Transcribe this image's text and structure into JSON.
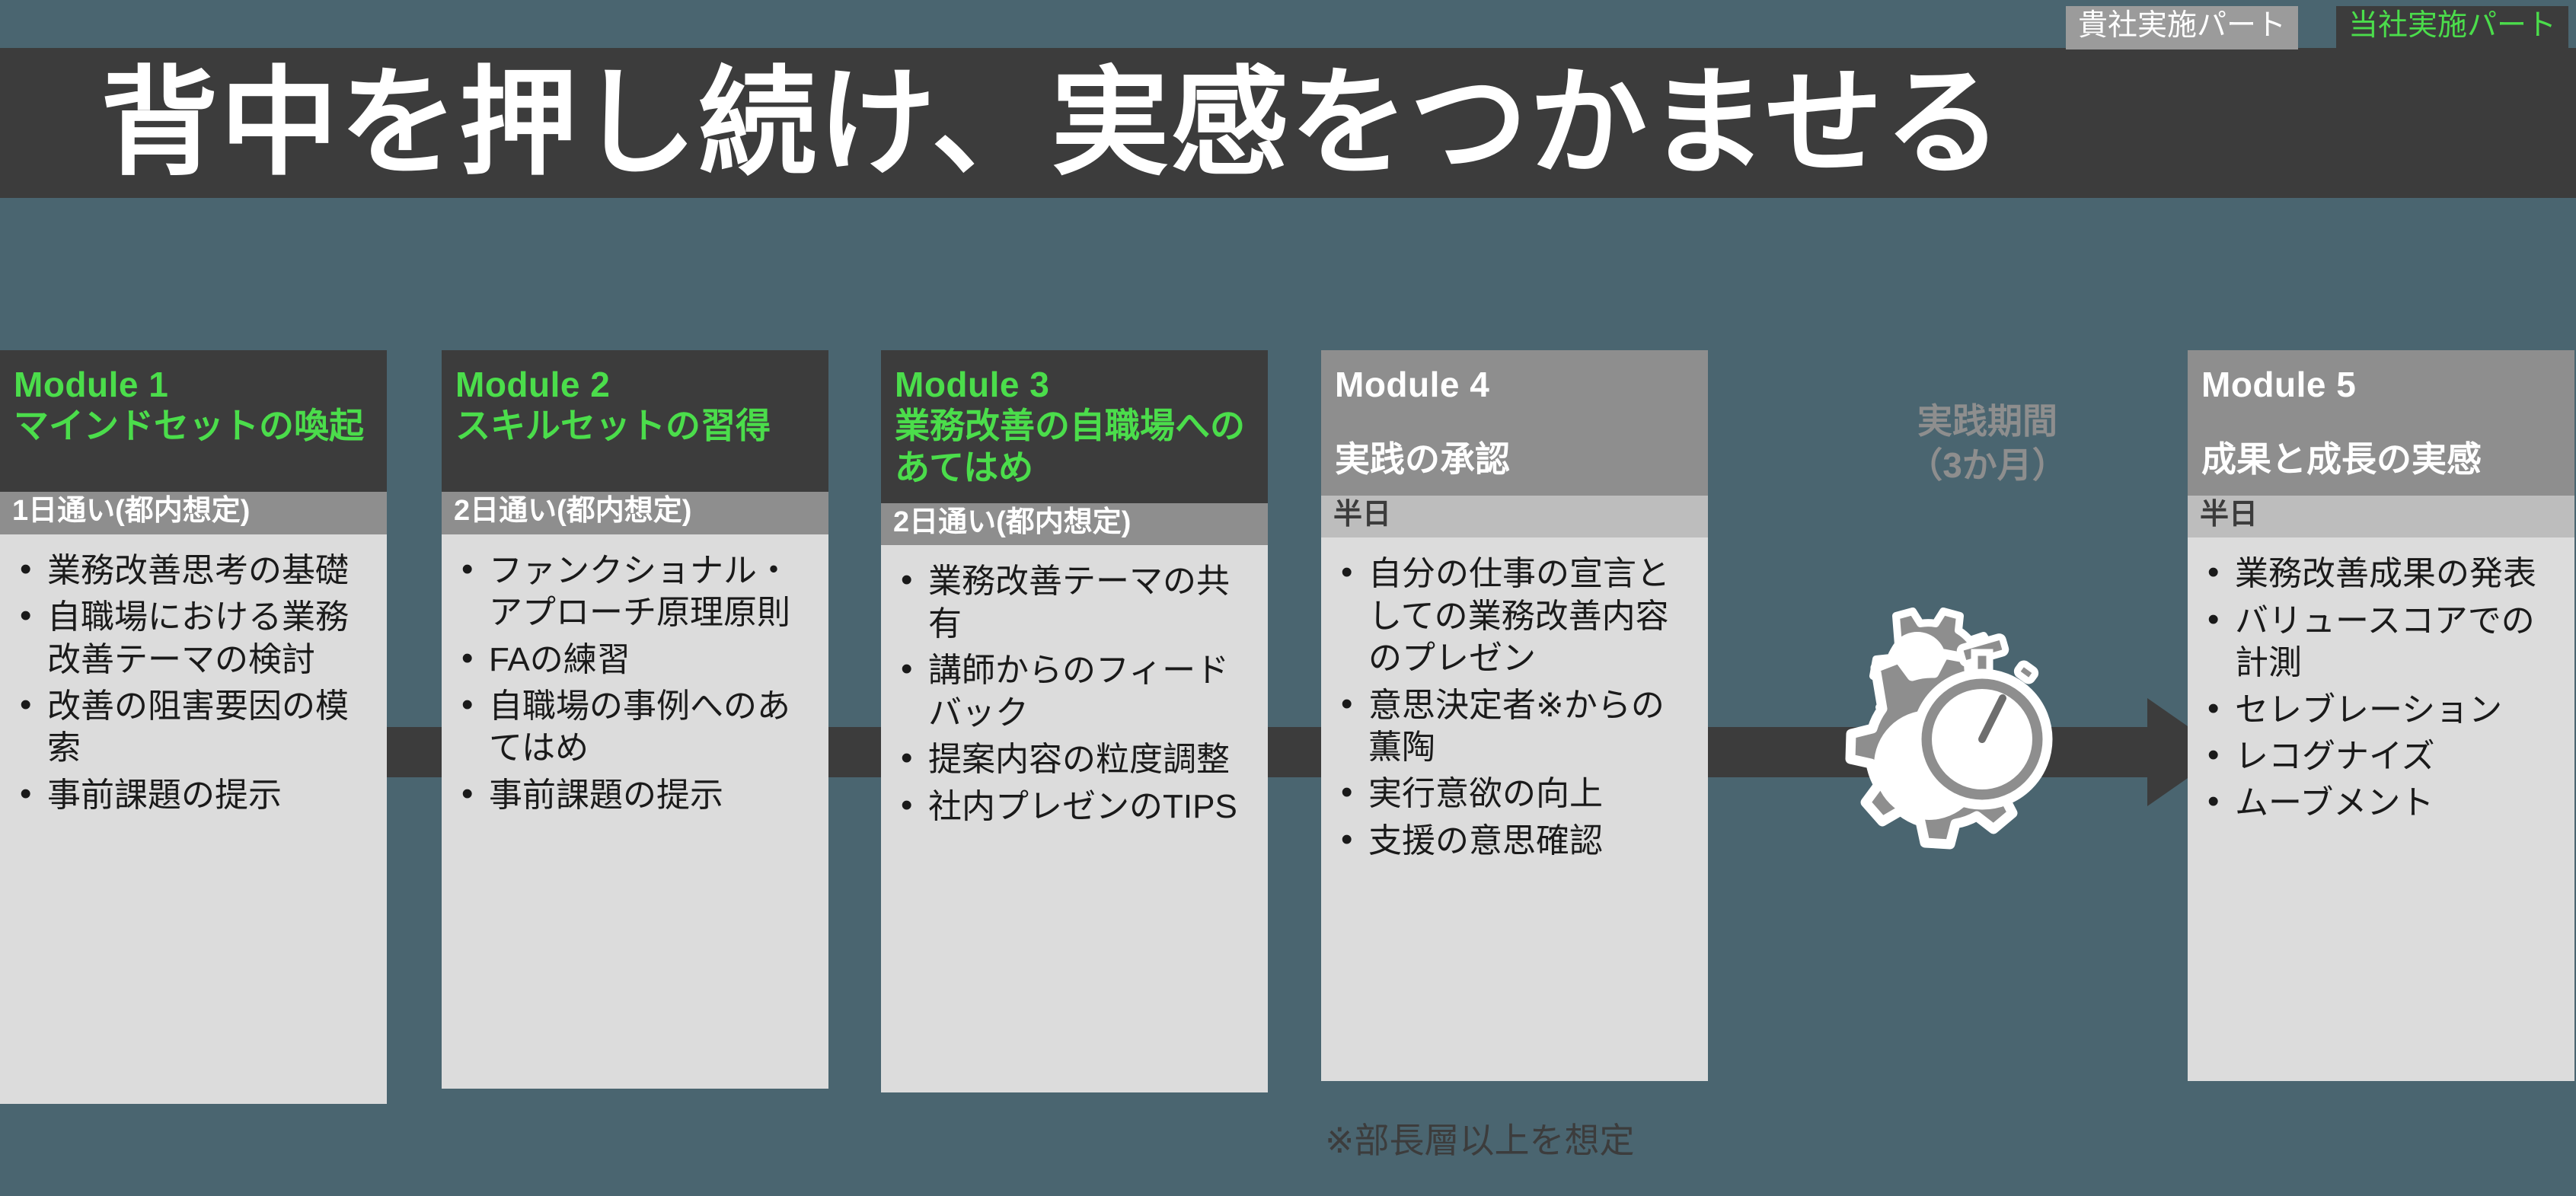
{
  "legend": {
    "client_part": "貴社実施パート",
    "our_part": "当社実施パート"
  },
  "title": "背中を押し続け、実感をつかませる",
  "practice_period": {
    "line1": "実践期間",
    "line2": "（3か月）"
  },
  "footnote": "※部長層以上を想定",
  "modules": [
    {
      "number": "Module 1",
      "name": "マインドセットの喚起",
      "duration": "1日通い(都内想定)",
      "style": "dark",
      "bullets": [
        "業務改善思考の基礎",
        "自職場における業務改善テーマの検討",
        "改善の阻害要因の模索",
        "事前課題の提示"
      ]
    },
    {
      "number": "Module 2",
      "name": "スキルセットの習得",
      "duration": "2日通い(都内想定)",
      "style": "dark",
      "bullets": [
        "ファンクショナル・アプローチ原理原則",
        "FAの練習",
        "自職場の事例へのあてはめ",
        "事前課題の提示"
      ]
    },
    {
      "number": "Module 3",
      "name": "業務改善の自職場へのあてはめ",
      "duration": "2日通い(都内想定)",
      "style": "dark",
      "bullets": [
        "業務改善テーマの共有",
        "講師からのフィードバック",
        "提案内容の粒度調整",
        "社内プレゼンのTIPS"
      ]
    },
    {
      "number": "Module 4",
      "name": "実践の承認",
      "duration": "半日",
      "style": "gray",
      "bullets": [
        "自分の仕事の宣言としての業務改善内容のプレゼン",
        "意思決定者※からの薫陶",
        "実行意欲の向上",
        "支援の意思確認"
      ]
    },
    {
      "number": "Module 5",
      "name": "成果と成長の実感",
      "duration": "半日",
      "style": "gray",
      "bullets": [
        "業務改善成果の発表",
        "バリュースコアでの計測",
        "セレブレーション",
        "レコグナイズ",
        "ムーブメント"
      ]
    }
  ],
  "colors": {
    "background": "#4a6570",
    "dark_panel": "#3c3c3c",
    "gray_panel": "#8e8e8e",
    "accent_green": "#4bdd4b",
    "body_panel": "#dcdcdc",
    "duration_dark": "#8e8e8e",
    "duration_gray": "#bdbdbd"
  },
  "icons": {
    "gear_large": "gear-icon",
    "gear_small": "gear-icon",
    "stopwatch": "stopwatch-icon",
    "process_arrow": "arrow-right-icon"
  }
}
